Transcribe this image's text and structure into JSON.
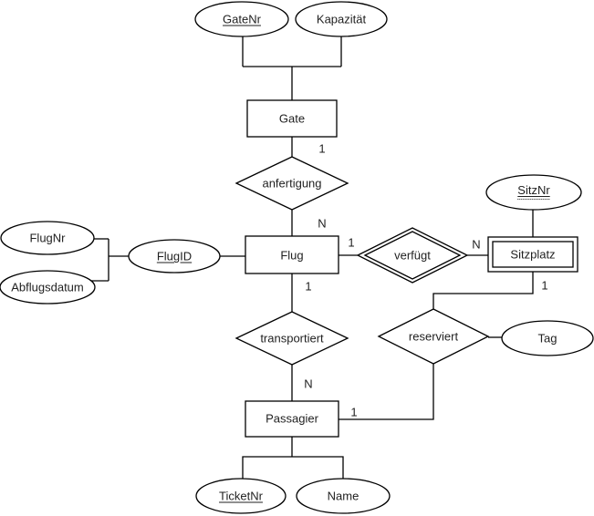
{
  "diagram_type": "entity-relationship-diagram",
  "colors": {
    "background": "#ffffff",
    "stroke": "#000000",
    "text": "#1f1f1f"
  },
  "entities": [
    {
      "label": "Gate",
      "kind": "entity"
    },
    {
      "label": "Flug",
      "kind": "entity"
    },
    {
      "label": "Sitzplatz",
      "kind": "weak-entity"
    },
    {
      "label": "Passagier",
      "kind": "entity"
    }
  ],
  "relationships": [
    {
      "label": "anfertigung",
      "kind": "relationship",
      "between": [
        "Gate",
        "Flug"
      ]
    },
    {
      "label": "verfügt",
      "kind": "identifying-relationship",
      "between": [
        "Flug",
        "Sitzplatz"
      ]
    },
    {
      "label": "transportiert",
      "kind": "relationship",
      "between": [
        "Flug",
        "Passagier"
      ]
    },
    {
      "label": "reserviert",
      "kind": "relationship",
      "between": [
        "Sitzplatz",
        "Passagier"
      ]
    }
  ],
  "attributes": [
    {
      "label": "GateNr",
      "key": "primary",
      "of": "Gate"
    },
    {
      "label": "Kapazität",
      "key": "none",
      "of": "Gate"
    },
    {
      "label": "FlugNr",
      "key": "none",
      "of": "Flug"
    },
    {
      "label": "Abflugsdatum",
      "key": "none",
      "of": "Flug"
    },
    {
      "label": "FlugID",
      "key": "primary",
      "of": "Flug"
    },
    {
      "label": "SitzNr",
      "key": "partial",
      "of": "Sitzplatz"
    },
    {
      "label": "Tag",
      "key": "none",
      "of": "reserviert"
    },
    {
      "label": "TicketNr",
      "key": "primary",
      "of": "Passagier"
    },
    {
      "label": "Name",
      "key": "none",
      "of": "Passagier"
    }
  ],
  "cardinalities": [
    {
      "edge": "gate-anfertigung",
      "label": "1"
    },
    {
      "edge": "anfertigung-flug",
      "label": "N"
    },
    {
      "edge": "flug-verfuegt",
      "label": "1"
    },
    {
      "edge": "verfuegt-sitzplatz",
      "label": "N"
    },
    {
      "edge": "flug-transportiert",
      "label": "1"
    },
    {
      "edge": "transportiert-passagier",
      "label": "N"
    },
    {
      "edge": "sitzplatz-reserviert",
      "label": "1"
    },
    {
      "edge": "passagier-reserviert",
      "label": "1"
    }
  ]
}
